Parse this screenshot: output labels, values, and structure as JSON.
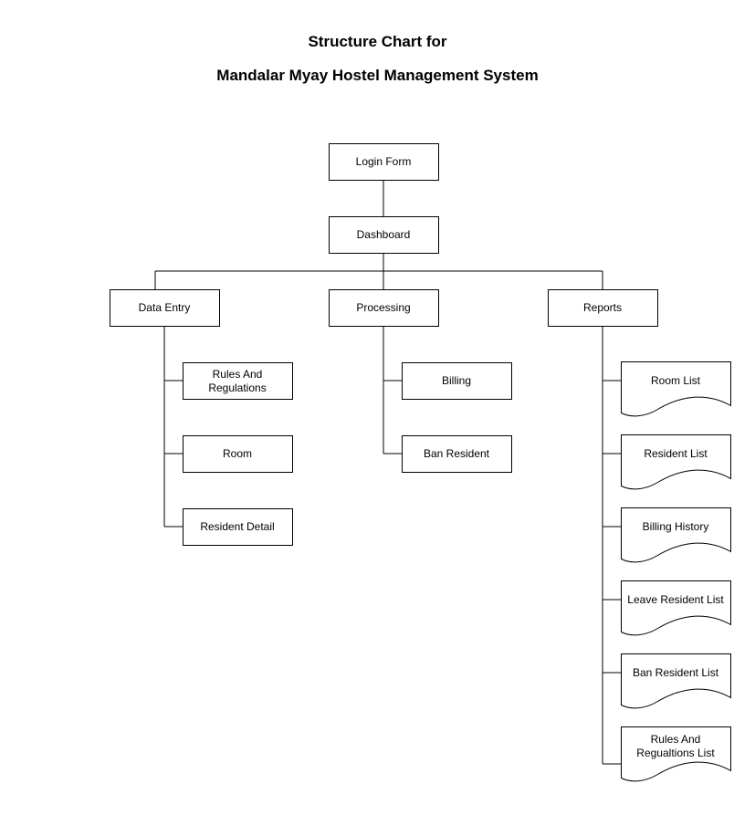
{
  "title_line1": "Structure Chart for",
  "title_line2": "Mandalar Myay Hostel Management System",
  "nodes": {
    "login": "Login Form",
    "dashboard": "Dashboard",
    "data_entry": "Data Entry",
    "processing": "Processing",
    "reports": "Reports",
    "rules": [
      "Rules And",
      "Regulations"
    ],
    "room": "Room",
    "resident_detail": "Resident Detail",
    "billing": "Billing",
    "ban_resident": "Ban Resident",
    "room_list": "Room List",
    "resident_list": "Resident List",
    "billing_history": "Billing History",
    "leave_resident_list": "Leave Resident List",
    "ban_resident_list": "Ban Resident List",
    "rules_list": [
      "Rules And",
      "Regualtions List"
    ]
  }
}
